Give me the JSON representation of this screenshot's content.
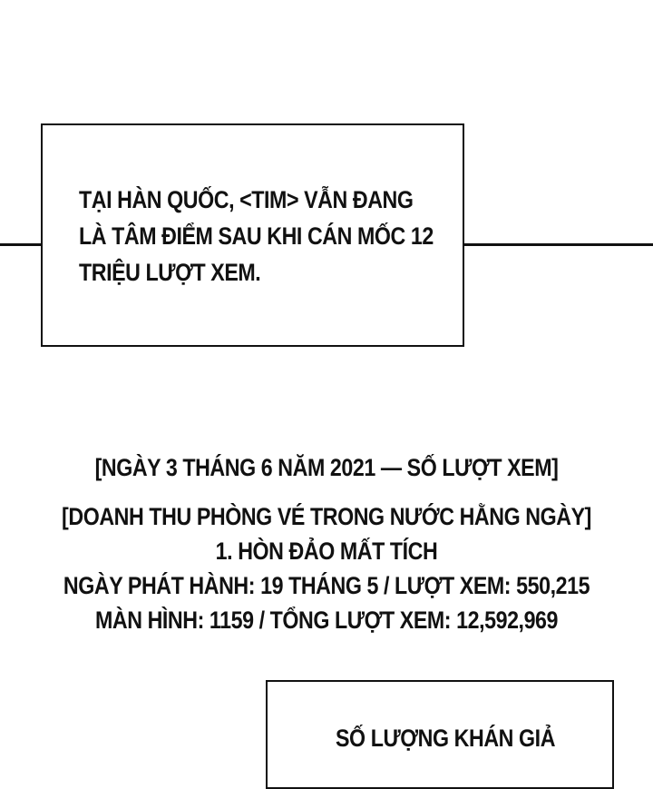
{
  "caption_box": {
    "lines": [
      "TẠI HÀN QUỐC, <TIM> VẪN ĐANG",
      "LÀ TÂM ĐIỂM SAU KHI CÁN MỐC 12",
      "TRIỆU LƯỢT XEM."
    ]
  },
  "info": {
    "date_line": "[NGÀY 3 THÁNG 6 NĂM 2021 — SỐ LƯỢT XEM]",
    "revenue_line": "[DOANH THU PHÒNG VÉ TRONG NƯỚC HẰNG NGÀY]",
    "film_line": "1. HÒN ĐẢO MẤT TÍCH",
    "release_line": "NGÀY PHÁT HÀNH: 19 THÁNG 5 / LƯỢT XEM: 550,215",
    "screens_line": "MÀN HÌNH: 1159 / TỔNG LƯỢT XEM: 12,592,969"
  },
  "bottom_box": {
    "text": "SỐ LƯỢNG KHÁN GIẢ"
  }
}
